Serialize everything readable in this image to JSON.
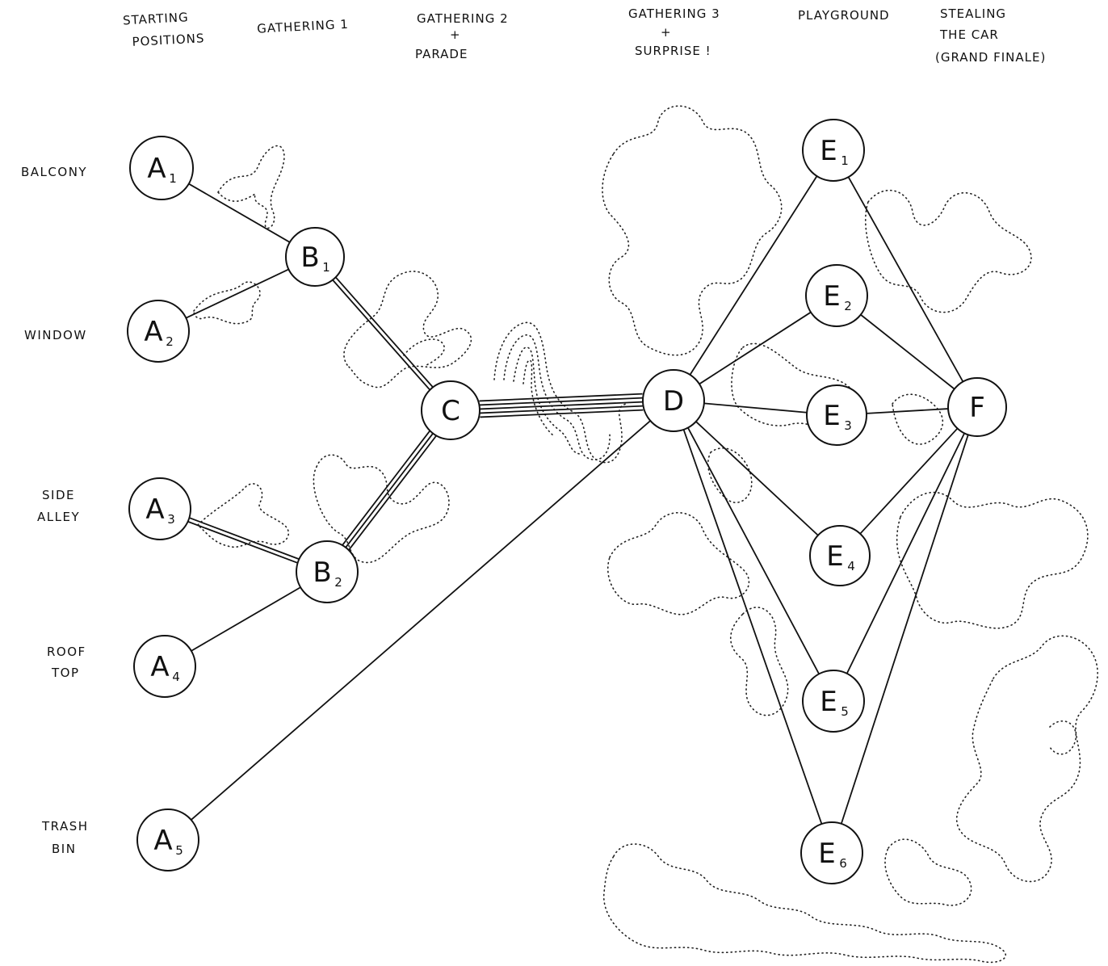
{
  "stages": [
    {
      "id": "starting",
      "lines": [
        "STARTING",
        "POSITIONS"
      ]
    },
    {
      "id": "gathering1",
      "lines": [
        "GATHERING 1"
      ]
    },
    {
      "id": "gathering2",
      "lines": [
        "GATHERING 2",
        "+",
        "PARADE"
      ]
    },
    {
      "id": "gathering3",
      "lines": [
        "GATHERING 3",
        "+",
        "SURPRISE !"
      ]
    },
    {
      "id": "playground",
      "lines": [
        "PLAYGROUND"
      ]
    },
    {
      "id": "stealing",
      "lines": [
        "STEALING",
        "THE CAR",
        "(GRAND FINALE)"
      ]
    }
  ],
  "locations": [
    {
      "id": "balcony",
      "lines": [
        "BALCONY"
      ]
    },
    {
      "id": "window",
      "lines": [
        "WINDOW"
      ]
    },
    {
      "id": "side-alley",
      "lines": [
        "SIDE",
        "ALLEY"
      ]
    },
    {
      "id": "roof-top",
      "lines": [
        "ROOF",
        "TOP"
      ]
    },
    {
      "id": "trash-bin",
      "lines": [
        "TRASH",
        "BIN"
      ]
    }
  ],
  "nodes": [
    {
      "id": "A1",
      "letter": "A",
      "sub": "1"
    },
    {
      "id": "A2",
      "letter": "A",
      "sub": "2"
    },
    {
      "id": "A3",
      "letter": "A",
      "sub": "3"
    },
    {
      "id": "A4",
      "letter": "A",
      "sub": "4"
    },
    {
      "id": "A5",
      "letter": "A",
      "sub": "5"
    },
    {
      "id": "B1",
      "letter": "B",
      "sub": "1"
    },
    {
      "id": "B2",
      "letter": "B",
      "sub": "2"
    },
    {
      "id": "C",
      "letter": "C",
      "sub": ""
    },
    {
      "id": "D",
      "letter": "D",
      "sub": ""
    },
    {
      "id": "E1",
      "letter": "E",
      "sub": "1"
    },
    {
      "id": "E2",
      "letter": "E",
      "sub": "2"
    },
    {
      "id": "E3",
      "letter": "E",
      "sub": "3"
    },
    {
      "id": "E4",
      "letter": "E",
      "sub": "4"
    },
    {
      "id": "E5",
      "letter": "E",
      "sub": "5"
    },
    {
      "id": "E6",
      "letter": "E",
      "sub": "6"
    },
    {
      "id": "F",
      "letter": "F",
      "sub": ""
    }
  ],
  "edges": [
    {
      "from": "A1",
      "to": "B1",
      "strands": 1
    },
    {
      "from": "A2",
      "to": "B1",
      "strands": 1
    },
    {
      "from": "A3",
      "to": "B2",
      "strands": 2
    },
    {
      "from": "A4",
      "to": "B2",
      "strands": 1
    },
    {
      "from": "B1",
      "to": "C",
      "strands": 2
    },
    {
      "from": "B2",
      "to": "C",
      "strands": 3
    },
    {
      "from": "C",
      "to": "D",
      "strands": 5
    },
    {
      "from": "A5",
      "to": "D",
      "strands": 1
    },
    {
      "from": "D",
      "to": "E1",
      "strands": 1
    },
    {
      "from": "D",
      "to": "E2",
      "strands": 1
    },
    {
      "from": "D",
      "to": "E3",
      "strands": 1
    },
    {
      "from": "D",
      "to": "E4",
      "strands": 1
    },
    {
      "from": "D",
      "to": "E5",
      "strands": 1
    },
    {
      "from": "D",
      "to": "E6",
      "strands": 1
    },
    {
      "from": "E1",
      "to": "F",
      "strands": 1
    },
    {
      "from": "E2",
      "to": "F",
      "strands": 1
    },
    {
      "from": "E3",
      "to": "F",
      "strands": 1
    },
    {
      "from": "E4",
      "to": "F",
      "strands": 1
    },
    {
      "from": "E5",
      "to": "F",
      "strands": 1
    },
    {
      "from": "E6",
      "to": "F",
      "strands": 1
    }
  ]
}
